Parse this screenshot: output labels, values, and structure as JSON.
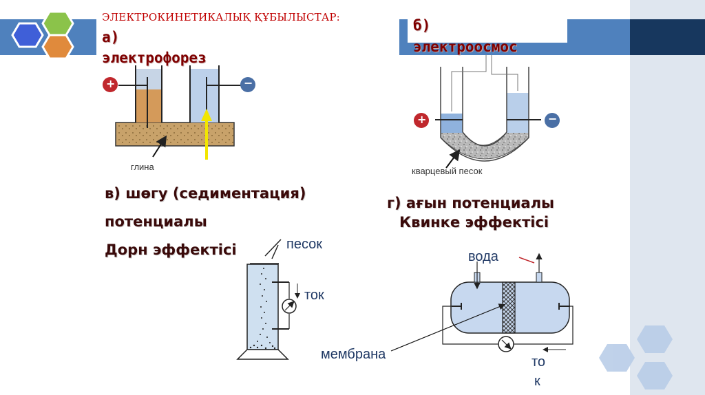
{
  "slide": {
    "title": "ЭЛЕКТРОКИНЕТИКАЛЫҚ ҚҰБЫЛЫСТАР:",
    "colors": {
      "band": "#4f81bd",
      "band_dark": "#17375e",
      "hex_blue": "#3f5fd8",
      "hex_green": "#8bc34a",
      "hex_orange": "#e08a3c",
      "heading_red": "#7f0000"
    }
  },
  "panel_a": {
    "label_line1": "а)",
    "label_line2": "электрофорез",
    "clay_caption": "глина",
    "plus_sign": "+",
    "minus_sign": "−"
  },
  "panel_b": {
    "label_line1": "б)",
    "label_line2": "электроосмос",
    "sand_caption": "кварцевый песок",
    "plus_sign": "+",
    "minus_sign": "−"
  },
  "panel_v": {
    "line1": "в) шөгу (седиментация)",
    "line2": "потенциалы",
    "line3": "Дорн эффектісі",
    "sand_label": "песок",
    "current_label": "ток"
  },
  "panel_g": {
    "line1": "г) ағын потенциалы",
    "line2": "Квинке эффектісі",
    "water_label": "вода",
    "membrane_label": "мембрана",
    "current_line1": "то",
    "current_line2": "к"
  }
}
